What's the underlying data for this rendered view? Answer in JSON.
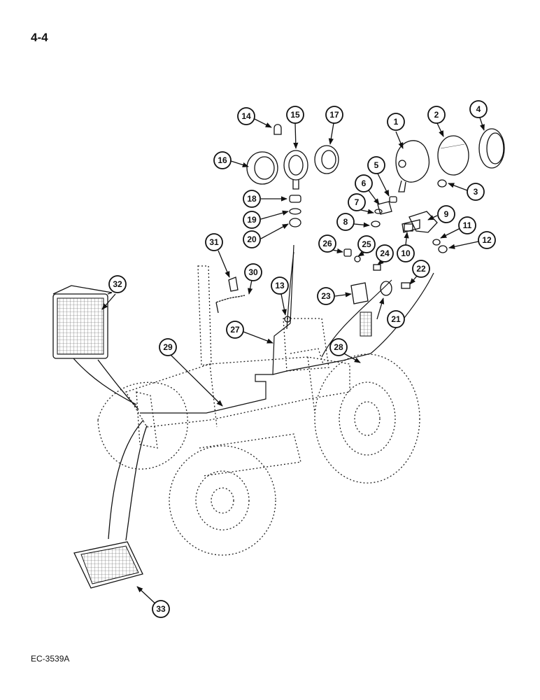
{
  "page": {
    "number": "4-4",
    "figure_code": "EC-3539A"
  },
  "callouts": [
    "1",
    "2",
    "3",
    "4",
    "5",
    "6",
    "7",
    "8",
    "9",
    "10",
    "11",
    "12",
    "13",
    "14",
    "15",
    "16",
    "17",
    "18",
    "19",
    "20",
    "21",
    "22",
    "23",
    "24",
    "25",
    "26",
    "27",
    "28",
    "29",
    "30",
    "31",
    "32",
    "33"
  ]
}
